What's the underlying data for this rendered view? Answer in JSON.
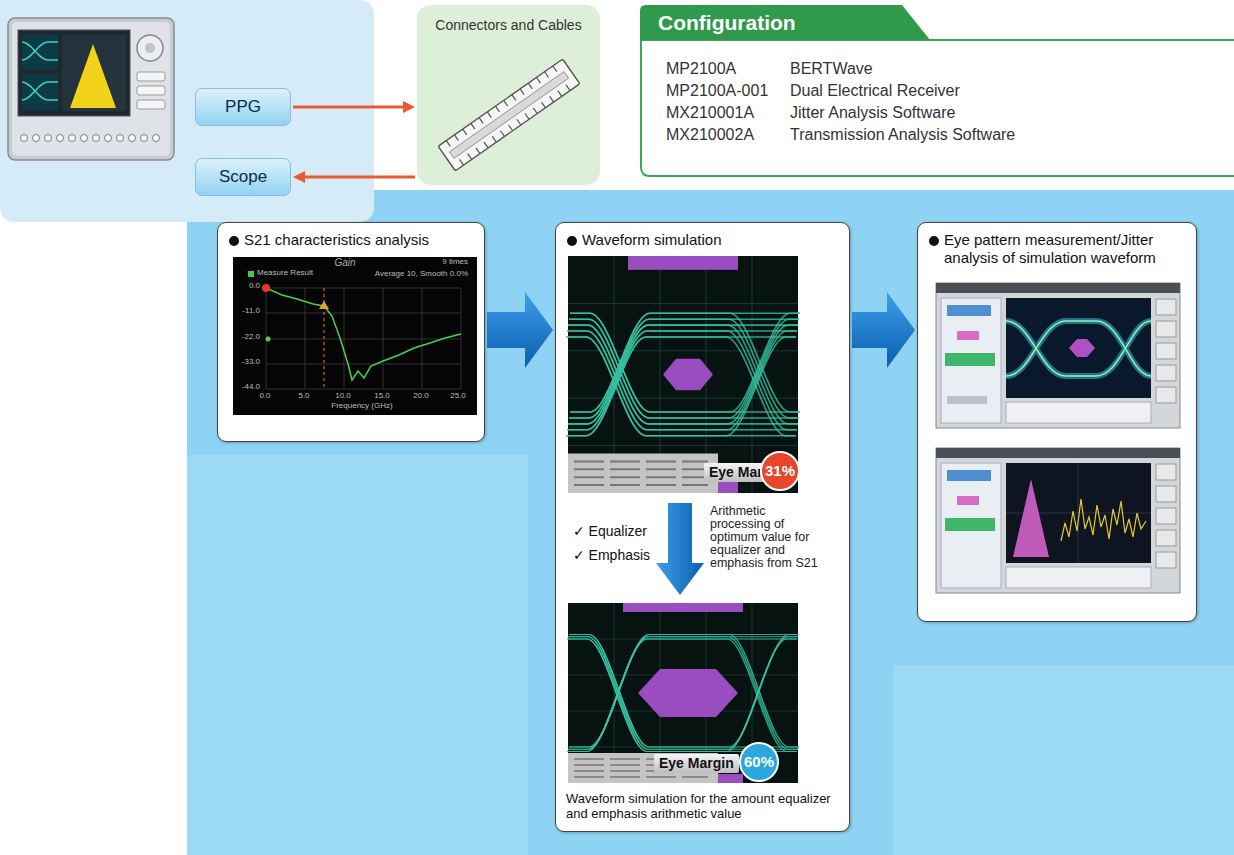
{
  "diagram": {
    "nodes": [
      {
        "text": [
          "PPG"
        ]
      },
      {
        "text": [
          "Scope"
        ]
      },
      {
        "text": [
          "Connectors and Cables"
        ]
      },
      {
        "text": [
          "Configuration",
          "MP2100A",
          "BERTWave",
          "MP2100A-001",
          "Dual Electrical Receiver",
          "MX210001A",
          "Jitter Analysis Software",
          "MX210002A",
          "Transmission Analysis Software"
        ]
      },
      {
        "text": [
          "S21 characteristics analysis"
        ]
      },
      {
        "text": [
          "Waveform simulation",
          "Eye Margin",
          "31%",
          "✓ Equalizer",
          "✓ Emphasis",
          "Arithmetic processing of optimum value for equalizer and emphasis from S21",
          "Eye Margin",
          "60%",
          "Waveform simulation for the amount equalizer and emphasis arithmetic value"
        ]
      },
      {
        "text": [
          "Eye pattern measurement/Jitter analysis of simulation waveform"
        ]
      }
    ],
    "edges": [
      {
        "from": 0,
        "to": 2,
        "arrow": "to"
      },
      {
        "from": 2,
        "to": 1,
        "arrow": "to"
      },
      {
        "from": 4,
        "to": 5,
        "arrow": "to"
      },
      {
        "from": 5,
        "to": 6,
        "arrow": "to"
      }
    ],
    "labels": [
      "Gain",
      "9 times",
      "Average 10, Smooth 0.0%",
      "0.0",
      "-11.0",
      "-22.0",
      "-33.0",
      "-44.0",
      "0.0",
      "5.0",
      "10.0",
      "15.0",
      "20.0",
      "25.0",
      "Frequency (GHz)"
    ],
    "legend": [
      {
        "text": "Measure Result",
        "color": "#3ccf3c"
      }
    ]
  }
}
